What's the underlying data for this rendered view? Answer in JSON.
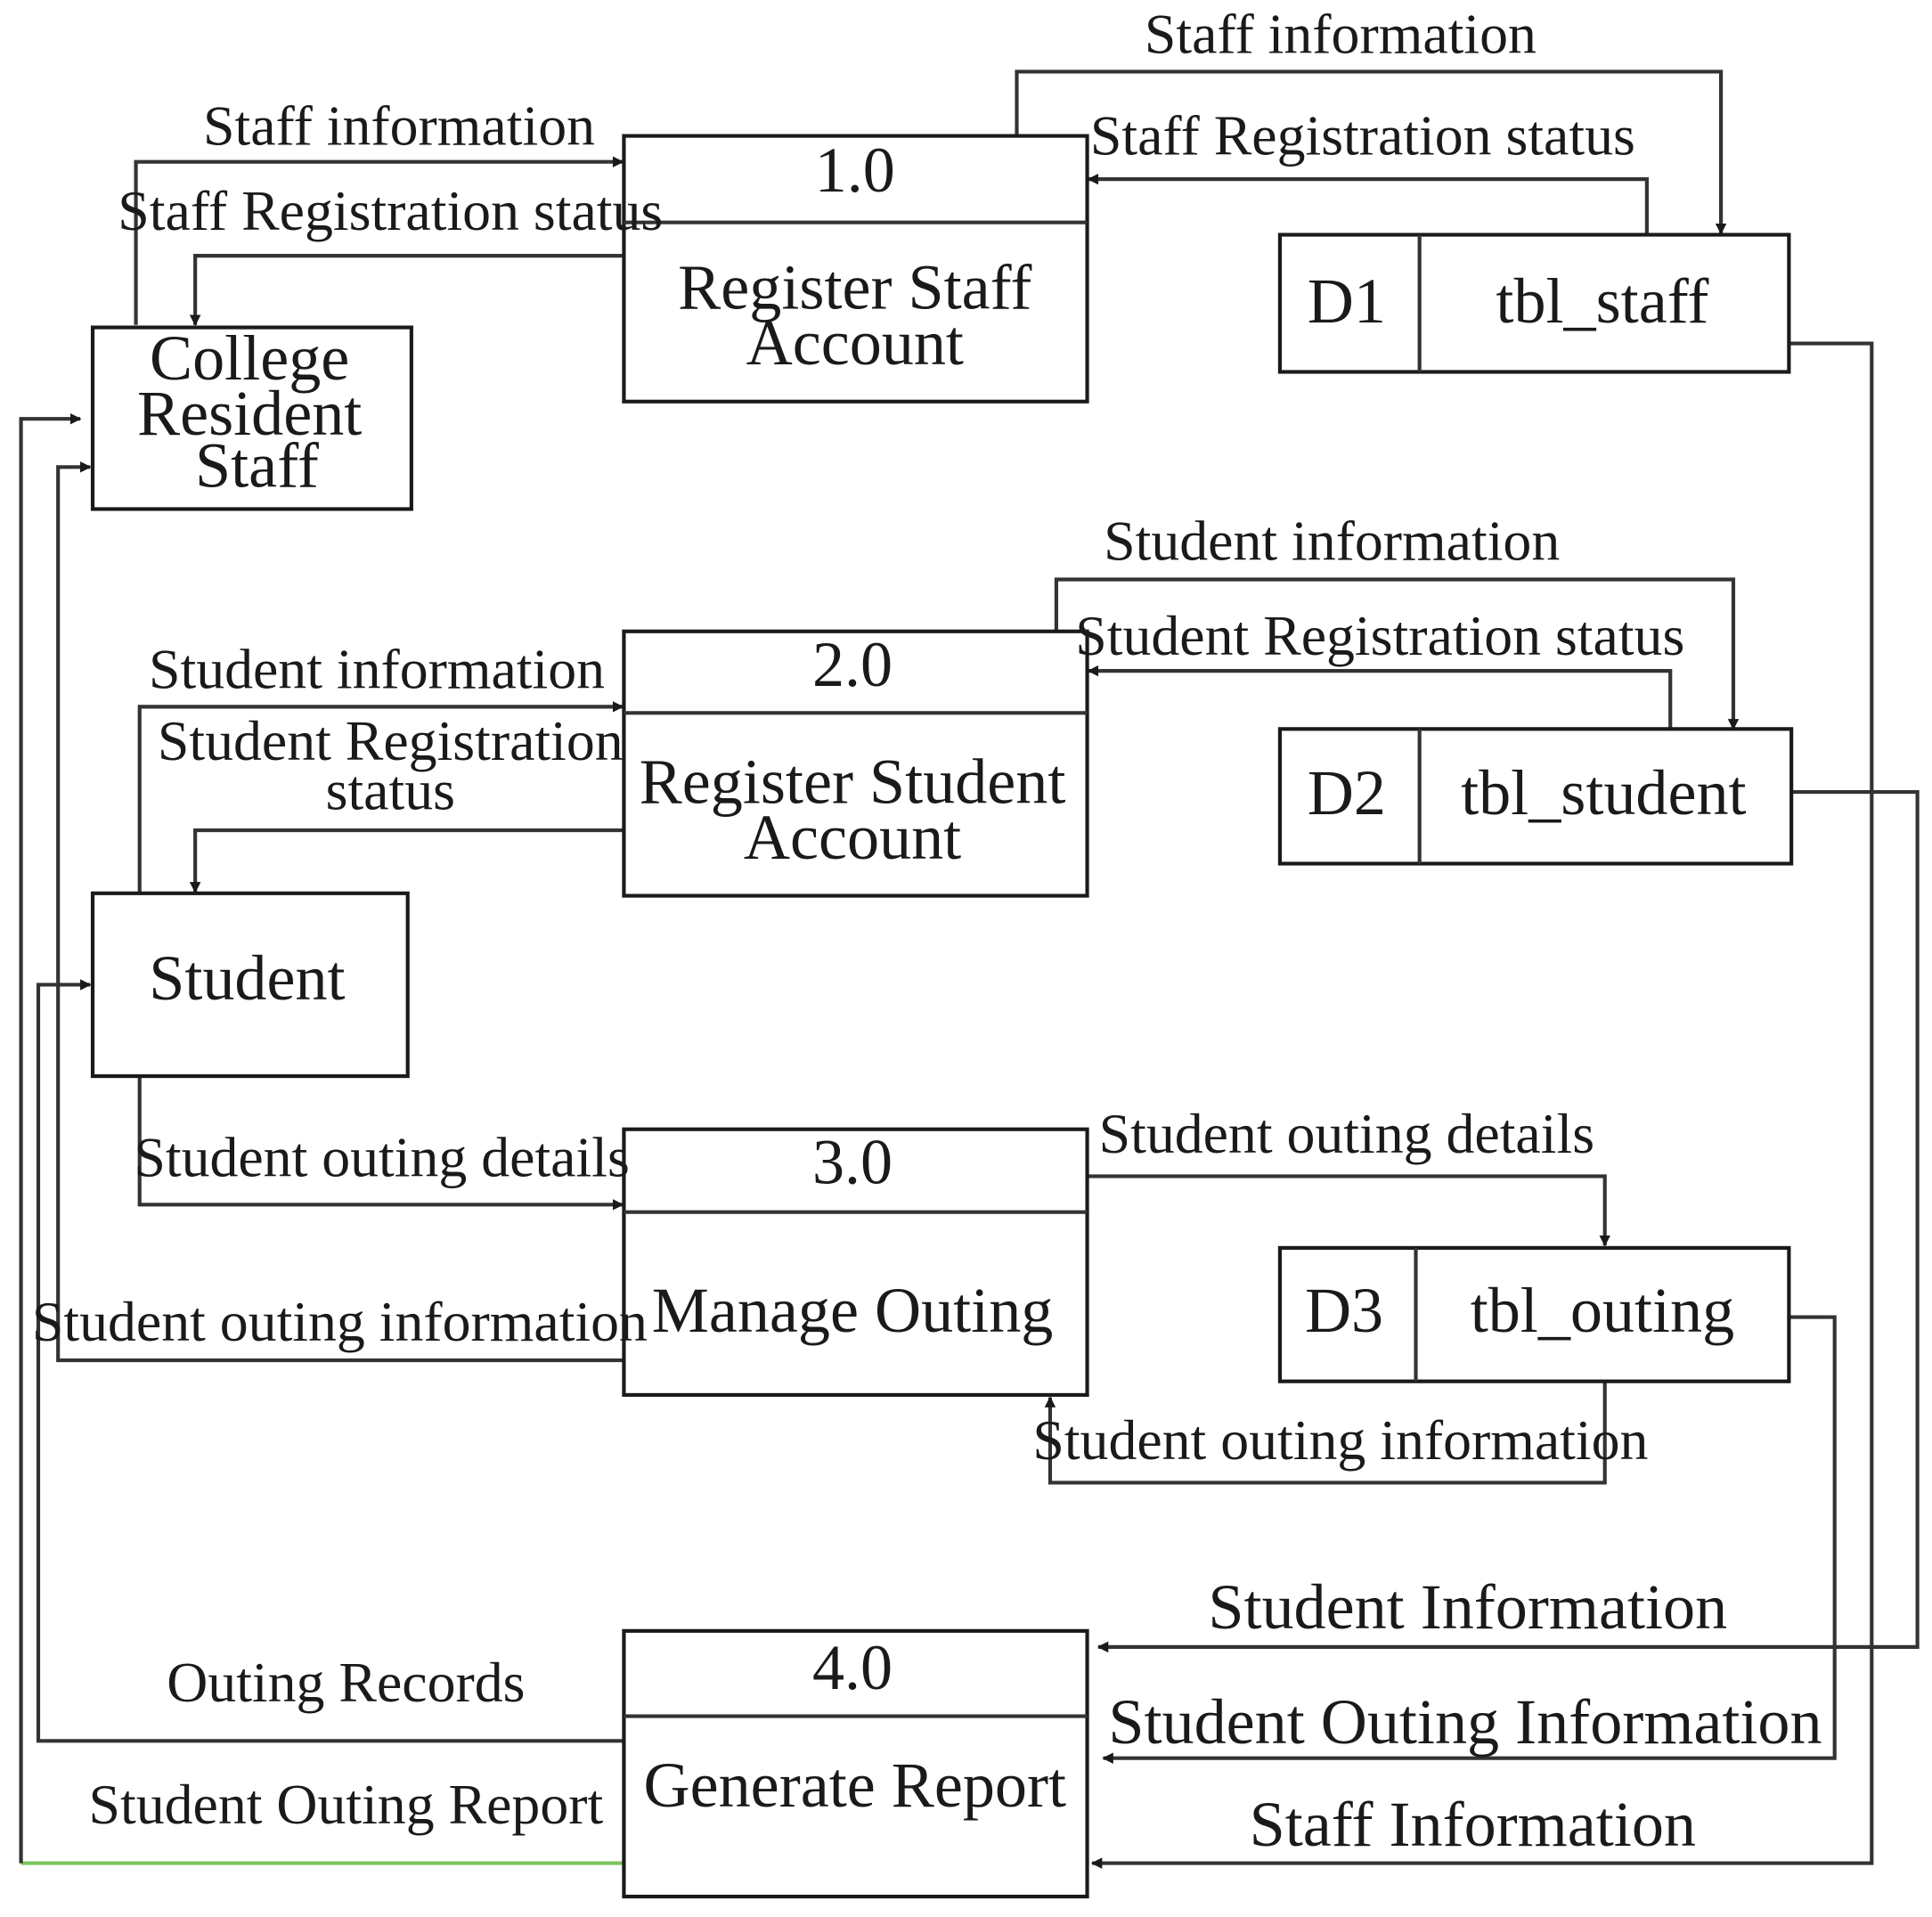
{
  "entities": {
    "college_staff": [
      "College",
      "Resident",
      "Staff"
    ],
    "student": "Student"
  },
  "processes": [
    {
      "number": "1.0",
      "name": [
        "Register Staff",
        "Account"
      ]
    },
    {
      "number": "2.0",
      "name": [
        "Register Student",
        "Account"
      ]
    },
    {
      "number": "3.0",
      "name": [
        "Manage Outing"
      ]
    },
    {
      "number": "4.0",
      "name": [
        "Generate Report"
      ]
    }
  ],
  "stores": [
    {
      "id": "D1",
      "name": "tbl_staff"
    },
    {
      "id": "D2",
      "name": "tbl_student"
    },
    {
      "id": "D3",
      "name": "tbl_outing"
    }
  ],
  "flows": {
    "staff_info_to_p1": "Staff information",
    "staff_status_to_staff": "Staff Registration status",
    "p1_to_d1": "Staff information",
    "d1_to_p1": "Staff Registration status",
    "student_info_to_p2": "Student information",
    "student_status_to_student": [
      "Student Registration",
      "status"
    ],
    "p2_to_d2": "Student information",
    "d2_to_p2": "Student Registration status",
    "student_outing_to_p3": "Student outing details",
    "p3_to_staff": "Student outing information",
    "p3_to_d3": "Student outing details",
    "d3_to_p3": "Student outing information",
    "d2_to_p4": "Student Information",
    "d3_to_p4": "Student Outing Information",
    "d1_to_p4": "Staff Information",
    "p4_to_student": "Outing Records",
    "p4_to_staff": "Student Outing Report"
  },
  "colors": {
    "line": "#333333",
    "report_line": "#7cc35e"
  }
}
